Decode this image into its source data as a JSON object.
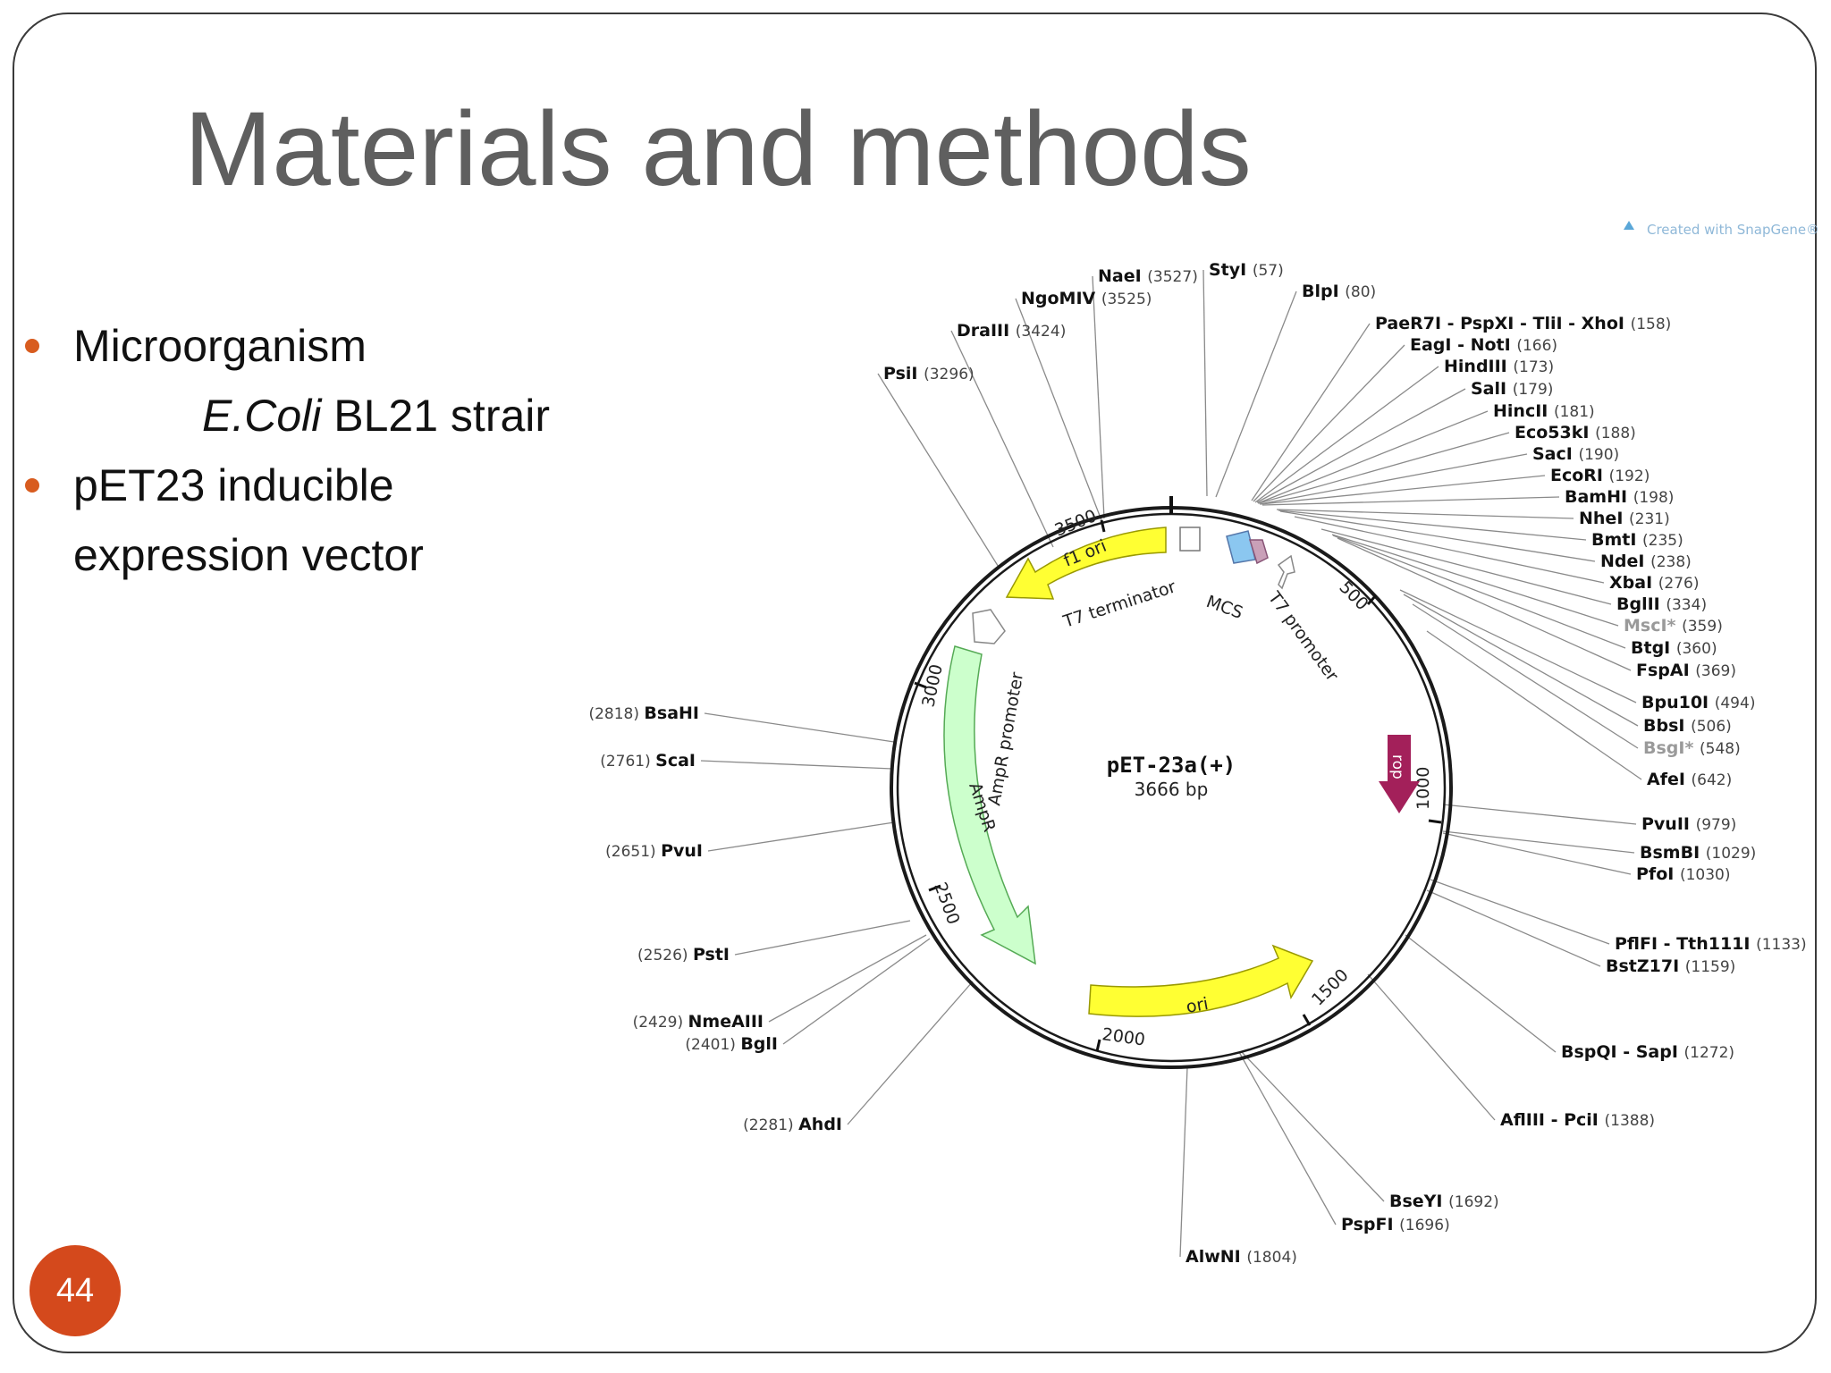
{
  "slide": {
    "title": "Materials and methods",
    "page_number": "44",
    "bullets": [
      {
        "text": "Microorganism",
        "sub": {
          "italic": "E.Coli",
          "rest": " BL21 strair"
        }
      },
      {
        "text": "pET23 inducible",
        "cont": "expression vector"
      }
    ],
    "accent_color": "#d4491c"
  },
  "plasmid": {
    "name": "pET-23a(+)",
    "size_label": "3666 bp",
    "length_bp": 3666,
    "credit": "Created with SnapGene®",
    "ticks": [
      "500",
      "1000",
      "1500",
      "2000",
      "2500",
      "3000",
      "3500"
    ],
    "features": [
      {
        "label": "f1 ori",
        "color": "#ffff33"
      },
      {
        "label": "ori",
        "color": "#ffff33"
      },
      {
        "label": "AmpR",
        "color": "#ccffcc"
      },
      {
        "label": "rop",
        "color": "#a3205a"
      },
      {
        "label": "T7 terminator"
      },
      {
        "label": "MCS"
      },
      {
        "label": "T7 promoter"
      },
      {
        "label": "AmpR promoter"
      }
    ],
    "sites": [
      {
        "name": "NaeI",
        "pos": "(3527)"
      },
      {
        "name": "NgoMIV",
        "pos": "(3525)"
      },
      {
        "name": "DraIII",
        "pos": "(3424)"
      },
      {
        "name": "PsiI",
        "pos": "(3296)"
      },
      {
        "name": "StyI",
        "pos": "(57)"
      },
      {
        "name": "BlpI",
        "pos": "(80)"
      },
      {
        "name": "PaeR7I - PspXI - TliI - XhoI",
        "pos": "(158)"
      },
      {
        "name": "EagI - NotI",
        "pos": "(166)"
      },
      {
        "name": "HindIII",
        "pos": "(173)"
      },
      {
        "name": "SalI",
        "pos": "(179)"
      },
      {
        "name": "HincII",
        "pos": "(181)"
      },
      {
        "name": "Eco53kI",
        "pos": "(188)"
      },
      {
        "name": "SacI",
        "pos": "(190)"
      },
      {
        "name": "EcoRI",
        "pos": "(192)"
      },
      {
        "name": "BamHI",
        "pos": "(198)"
      },
      {
        "name": "NheI",
        "pos": "(231)"
      },
      {
        "name": "BmtI",
        "pos": "(235)"
      },
      {
        "name": "NdeI",
        "pos": "(238)"
      },
      {
        "name": "XbaI",
        "pos": "(276)"
      },
      {
        "name": "BglII",
        "pos": "(334)"
      },
      {
        "name": "MscI*",
        "pos": "(359)",
        "faint": true
      },
      {
        "name": "BtgI",
        "pos": "(360)"
      },
      {
        "name": "FspAI",
        "pos": "(369)"
      },
      {
        "name": "Bpu10I",
        "pos": "(494)"
      },
      {
        "name": "BbsI",
        "pos": "(506)"
      },
      {
        "name": "BsgI*",
        "pos": "(548)",
        "faint": true
      },
      {
        "name": "AfeI",
        "pos": "(642)"
      },
      {
        "name": "PvuII",
        "pos": "(979)"
      },
      {
        "name": "BsmBI",
        "pos": "(1029)"
      },
      {
        "name": "PfoI",
        "pos": "(1030)"
      },
      {
        "name": "PflFI - Tth111I",
        "pos": "(1133)"
      },
      {
        "name": "BstZ17I",
        "pos": "(1159)"
      },
      {
        "name": "BspQI - SapI",
        "pos": "(1272)"
      },
      {
        "name": "AflIII - PciI",
        "pos": "(1388)"
      },
      {
        "name": "BseYI",
        "pos": "(1692)"
      },
      {
        "name": "PspFI",
        "pos": "(1696)"
      },
      {
        "name": "AlwNI",
        "pos": "(1804)"
      },
      {
        "name": "AhdI",
        "pos": "(2281)"
      },
      {
        "name": "BglI",
        "pos": "(2401)"
      },
      {
        "name": "NmeAIII",
        "pos": "(2429)"
      },
      {
        "name": "PstI",
        "pos": "(2526)"
      },
      {
        "name": "PvuI",
        "pos": "(2651)"
      },
      {
        "name": "ScaI",
        "pos": "(2761)"
      },
      {
        "name": "BsaHI",
        "pos": "(2818)"
      }
    ]
  }
}
